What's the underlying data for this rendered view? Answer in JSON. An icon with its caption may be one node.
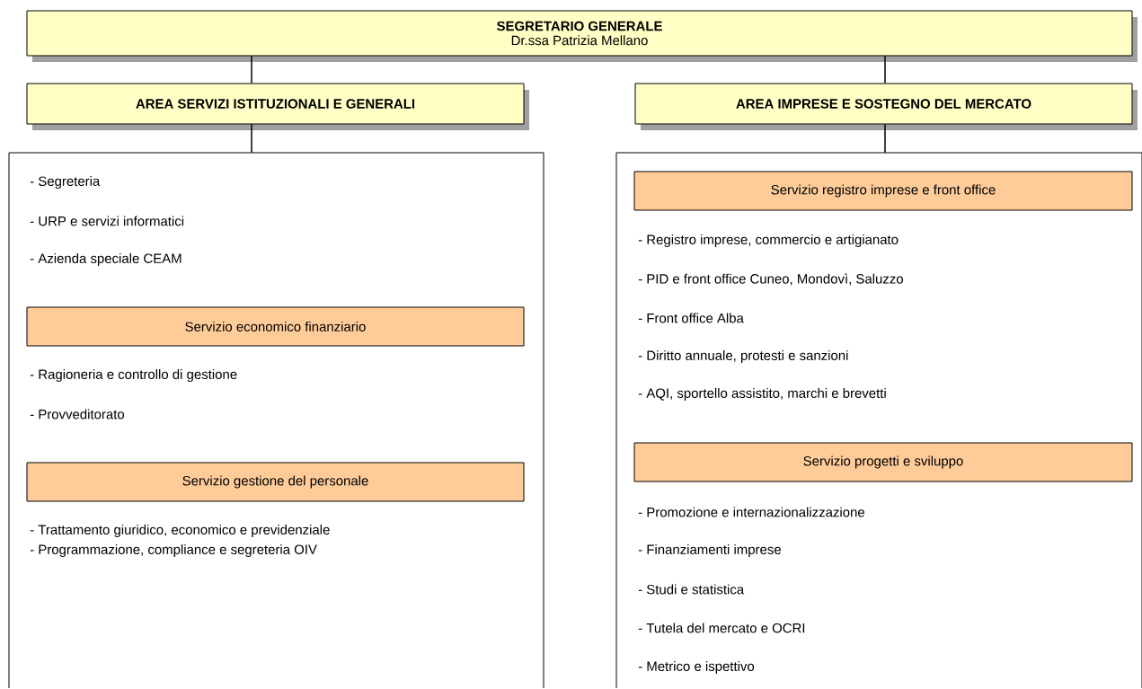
{
  "diagram": {
    "nodes": [
      {
        "text": [
          "SEGRETARIO GENERALE",
          "Dr.ssa Patrizia Mellano"
        ]
      },
      {
        "text": [
          "AREA SERVIZI ISTITUZIONALI E GENERALI"
        ]
      },
      {
        "text": [
          "AREA IMPRESE E SOSTEGNO DEL MERCATO"
        ]
      },
      {
        "text": [
          "- Segreteria",
          "- URP e servizi informatici",
          "- Azienda speciale CEAM",
          "- Ragioneria e controllo di gestione",
          "- Provveditorato",
          "- Trattamento giuridico, economico e previdenziale",
          "- Programmazione, compliance e segreteria OIV"
        ]
      },
      {
        "text": [
          "Servizio economico finanziario"
        ],
        "in": 3
      },
      {
        "text": [
          "Servizio gestione del personale"
        ],
        "in": 3
      },
      {
        "text": [
          "- Registro imprese, commercio e artigianato",
          "- PID e front office Cuneo, Mondovì, Saluzzo",
          "- Front office Alba",
          "- Diritto annuale, protesti e sanzioni",
          "- AQI, sportello assistito, marchi e brevetti",
          "- Promozione e internazionalizzazione",
          "- Finanziamenti imprese",
          "- Studi e statistica",
          "- Tutela del mercato e OCRI",
          "- Metrico e ispettivo"
        ]
      },
      {
        "text": [
          "Servizio registro imprese e front office"
        ],
        "in": 6
      },
      {
        "text": [
          "Servizio progetti e sviluppo"
        ],
        "in": 6
      }
    ],
    "edges": [
      {
        "from": 0,
        "to": 1,
        "arrow": "none"
      },
      {
        "from": 0,
        "to": 2,
        "arrow": "none"
      },
      {
        "from": 1,
        "to": 3,
        "arrow": "none"
      },
      {
        "from": 2,
        "to": 6,
        "arrow": "none"
      }
    ]
  }
}
